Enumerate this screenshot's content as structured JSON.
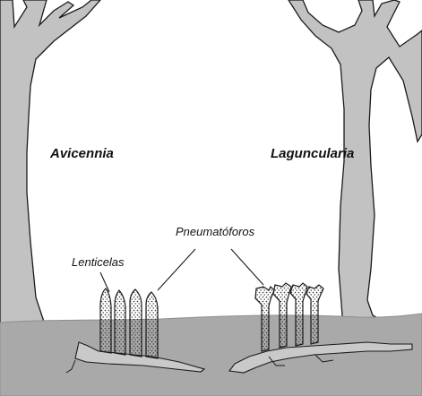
{
  "labels": {
    "species_left": "Avicennia",
    "species_right": "Laguncularia",
    "pneumatophores": "Pneumatóforos",
    "lenticels": "Lenticelas"
  },
  "colors": {
    "trunk": "#c2c2c2",
    "outline": "#1a1a1a",
    "sediment": "#a9a9a9",
    "sediment_edge": "#8e8e8e",
    "root": "#c9c9c9",
    "dots": "#333333",
    "background": "#ffffff"
  }
}
